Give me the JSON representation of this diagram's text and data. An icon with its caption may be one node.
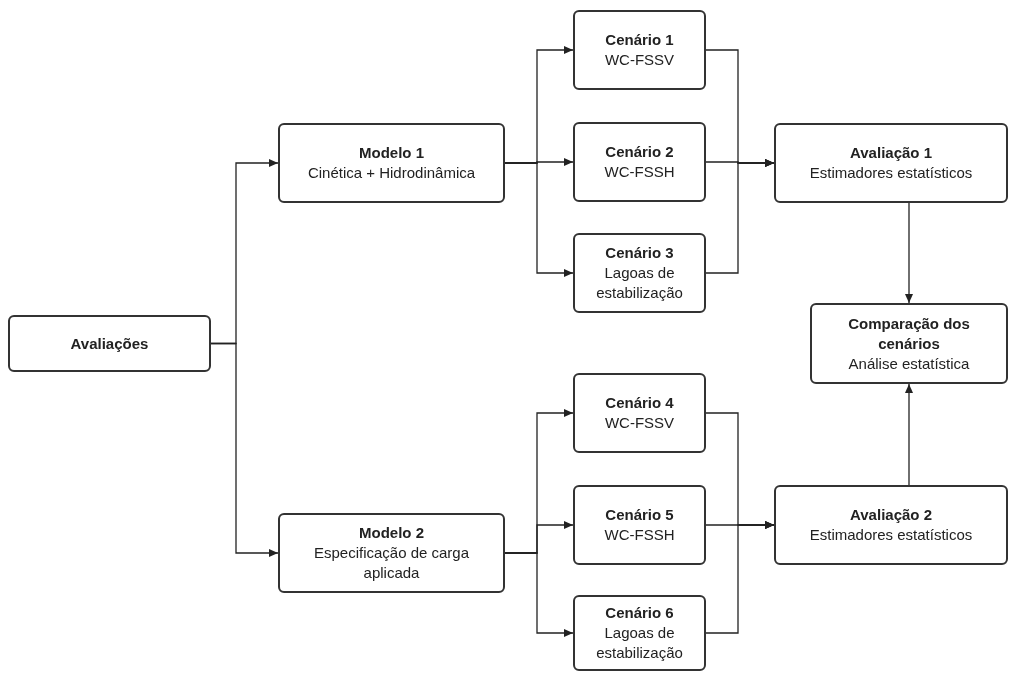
{
  "diagram": {
    "nodes": [
      {
        "text": [
          "Avaliações"
        ]
      },
      {
        "text": [
          "Modelo 1",
          "Cinética + Hidrodinâmica"
        ]
      },
      {
        "text": [
          "Modelo 2",
          "Especificação de carga aplicada"
        ]
      },
      {
        "text": [
          "Cenário 1",
          "WC-FSSV"
        ]
      },
      {
        "text": [
          "Cenário 2",
          "WC-FSSH"
        ]
      },
      {
        "text": [
          "Cenário 3",
          "Lagoas de estabilização"
        ]
      },
      {
        "text": [
          "Cenário 4",
          "WC-FSSV"
        ]
      },
      {
        "text": [
          "Cenário 5",
          "WC-FSSH"
        ]
      },
      {
        "text": [
          "Cenário 6",
          "Lagoas de estabilização"
        ]
      },
      {
        "text": [
          "Avaliação 1",
          "Estimadores estatísticos"
        ]
      },
      {
        "text": [
          "Comparação dos cenários",
          "Análise estatística"
        ]
      },
      {
        "text": [
          "Avaliação 2",
          "Estimadores estatísticos"
        ]
      }
    ],
    "edges": [
      {
        "from": 0,
        "to": 1,
        "arrow": "to"
      },
      {
        "from": 0,
        "to": 2,
        "arrow": "to"
      },
      {
        "from": 1,
        "to": 3,
        "arrow": "to"
      },
      {
        "from": 1,
        "to": 4,
        "arrow": "to"
      },
      {
        "from": 1,
        "to": 5,
        "arrow": "to"
      },
      {
        "from": 3,
        "to": 9,
        "arrow": "to"
      },
      {
        "from": 4,
        "to": 9,
        "arrow": "to"
      },
      {
        "from": 5,
        "to": 9,
        "arrow": "to"
      },
      {
        "from": 9,
        "to": 10,
        "arrow": "to"
      },
      {
        "from": 2,
        "to": 6,
        "arrow": "to"
      },
      {
        "from": 2,
        "to": 7,
        "arrow": "to"
      },
      {
        "from": 2,
        "to": 8,
        "arrow": "to"
      },
      {
        "from": 6,
        "to": 11,
        "arrow": "to"
      },
      {
        "from": 7,
        "to": 11,
        "arrow": "to"
      },
      {
        "from": 8,
        "to": 11,
        "arrow": "to"
      },
      {
        "from": 11,
        "to": 10,
        "arrow": "to"
      }
    ]
  }
}
